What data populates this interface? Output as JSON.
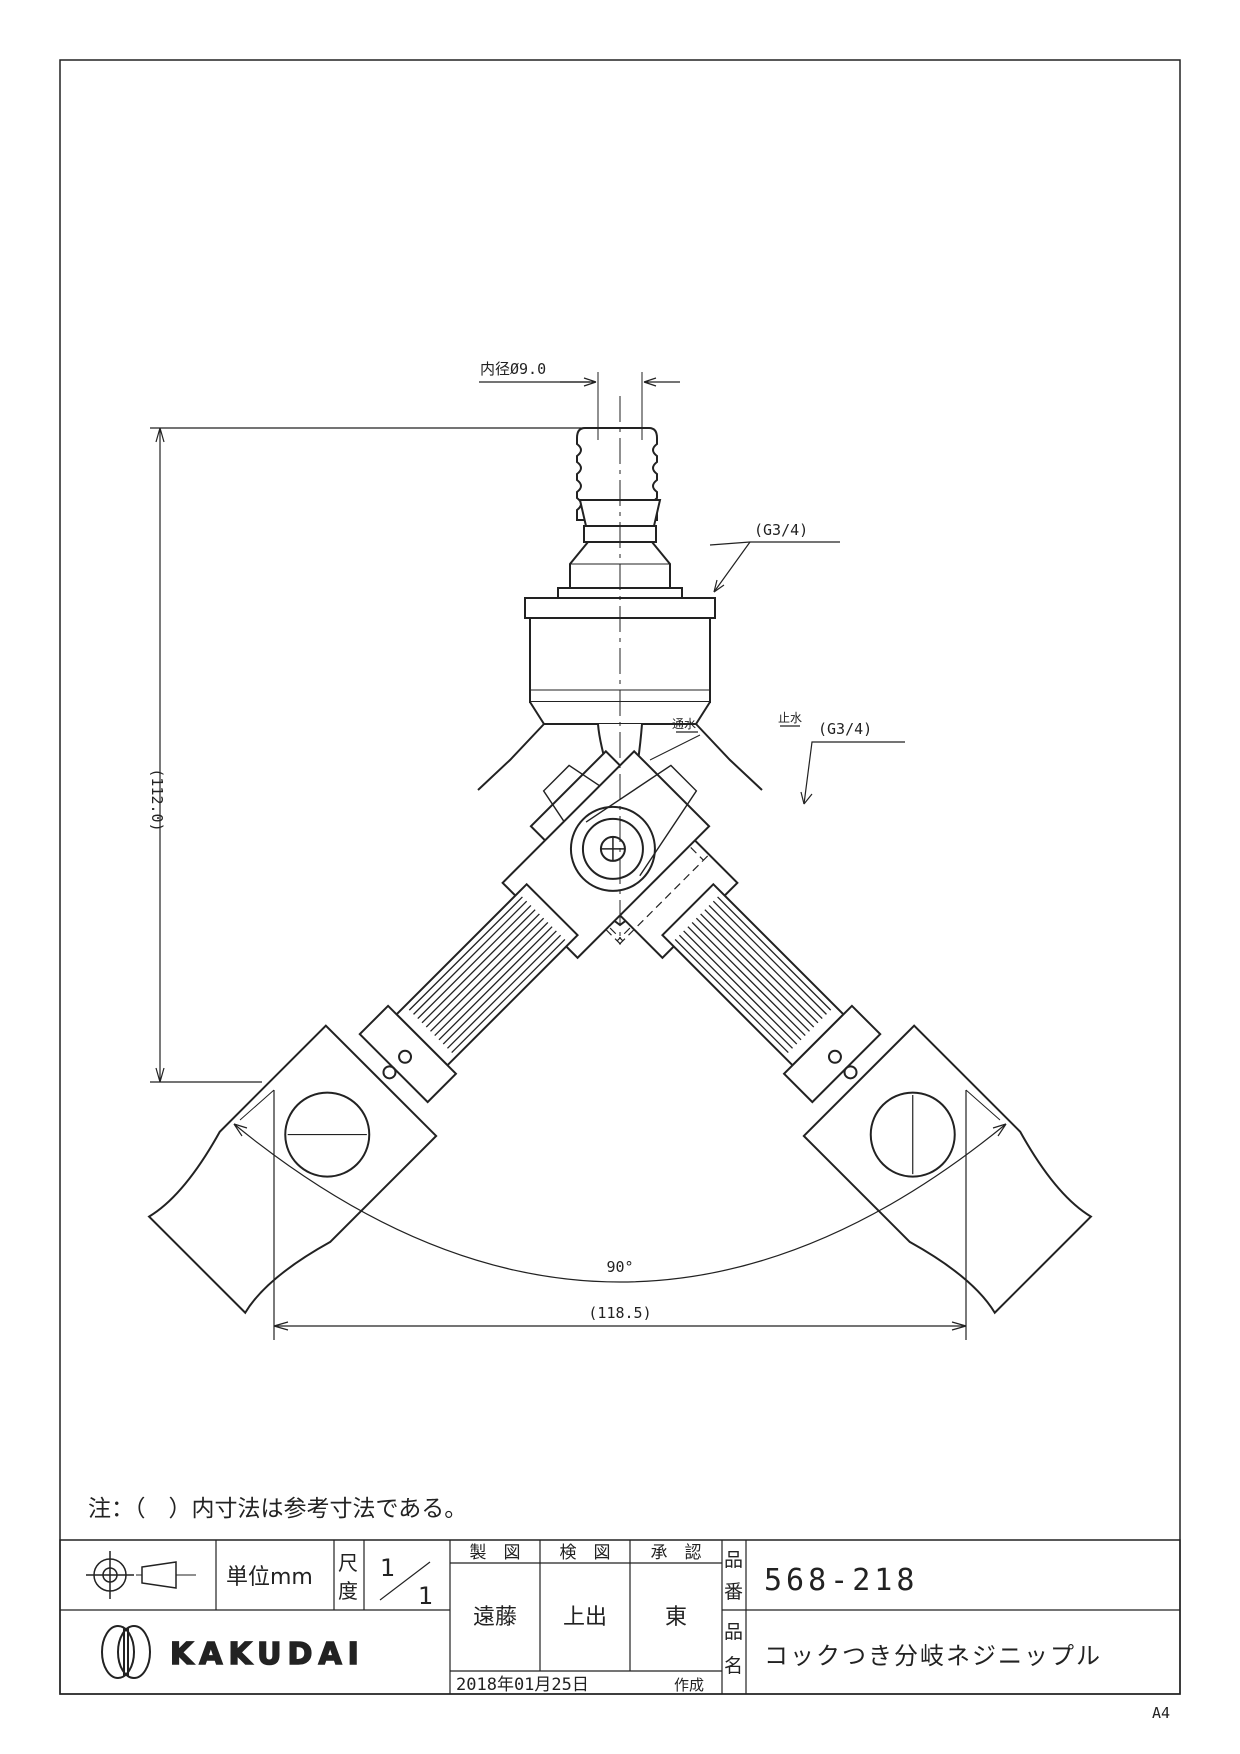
{
  "dimensions": {
    "inner_diameter": "内径Ø9.0",
    "thread_top": "(G3/4)",
    "thread_outlet": "(G3/4)",
    "label_flow": "通水",
    "label_stop": "止水",
    "height": "(112.0)",
    "angle": "90°",
    "width": "(118.5)"
  },
  "note": "注：（　）内寸法は参考寸法である。",
  "title_block": {
    "unit": "単位mm",
    "scale_label_1": "尺",
    "scale_label_2": "度",
    "scale_num": "1",
    "scale_den": "1",
    "drawn_header": "製　図",
    "checked_header": "検　図",
    "approved_header": "承　認",
    "drawn_by": "遠藤",
    "checked_by": "上出",
    "approved_by": "東",
    "date": "2018年01月25日",
    "created_label": "作成",
    "part_no_label_1": "品",
    "part_no_label_2": "番",
    "part_no": "568-218",
    "part_name_label_1": "品",
    "part_name_label_2": "名",
    "part_name": "コックつき分岐ネジニップル",
    "company": "KAKUDAI",
    "sheet_size": "A4"
  }
}
